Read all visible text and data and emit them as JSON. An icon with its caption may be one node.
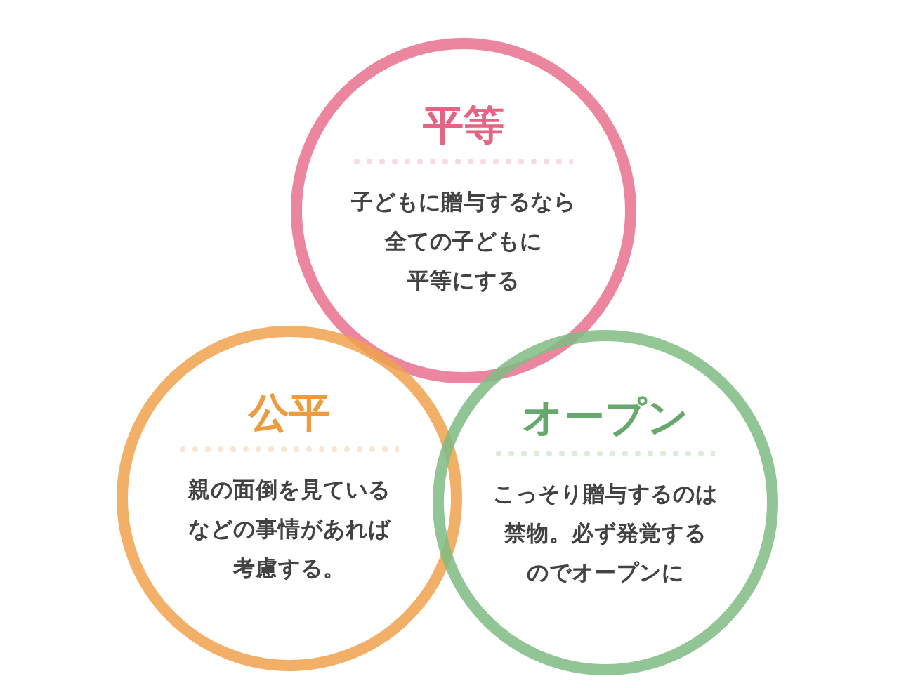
{
  "diagram": {
    "nodes": [
      {
        "text": [
          "平等",
          "子どもに贈与するなら全ての子どもに平等にする"
        ]
      },
      {
        "text": [
          "公平",
          "親の面倒を見ているなどの事情があれば考慮する。"
        ]
      },
      {
        "text": [
          "オープン",
          "こっそり贈与するのは禁物。必ず発覚するのでオープンに"
        ]
      }
    ]
  }
}
